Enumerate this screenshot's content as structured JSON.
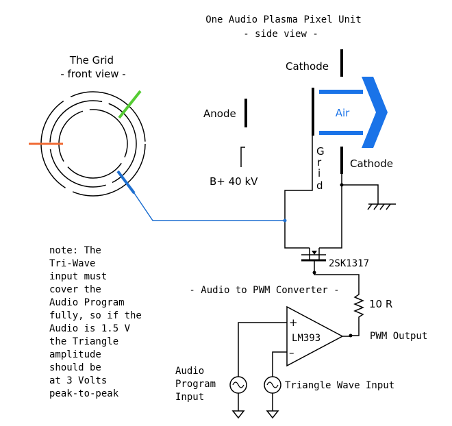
{
  "titles": {
    "side_title": "One Audio Plasma Pixel Unit",
    "side_subtitle": "- side view -",
    "grid_title": "The Grid",
    "grid_subtitle": "- front view -",
    "converter_title": "- Audio to PWM Converter -"
  },
  "labels": {
    "cathode_top": "Cathode",
    "cathode_bottom": "Cathode",
    "anode": "Anode",
    "b_plus": "B+ 40 kV",
    "air": "Air",
    "grid_vertical": [
      "G",
      "r",
      "i",
      "d"
    ],
    "transistor": "2SK1317",
    "resistor": "10 R",
    "comparator": "LM393",
    "plus_sign": "+",
    "minus_sign": "–",
    "pwm_output": "PWM Output",
    "audio_input": [
      "Audio",
      "Program",
      "Input"
    ],
    "triangle_input": "Triangle Wave Input"
  },
  "note": [
    "note: The",
    "Tri-Wave",
    "input must",
    "cover the",
    "Audio Program",
    "fully, so if the",
    "Audio is 1.5 V",
    "the Triangle",
    "amplitude",
    "should be",
    "at 3 Volts",
    "peak-to-peak"
  ],
  "colors": {
    "grid_wire": "#1e6fd0",
    "air_arrow": "#1a73e8",
    "green_tab": "#55cc33",
    "orange_tab": "#f06a33",
    "line": "#000000"
  },
  "icons": [
    "ground-symbol",
    "ac-source-symbol",
    "resistor-symbol",
    "mosfet-symbol",
    "comparator-symbol",
    "air-flow-arrow"
  ]
}
